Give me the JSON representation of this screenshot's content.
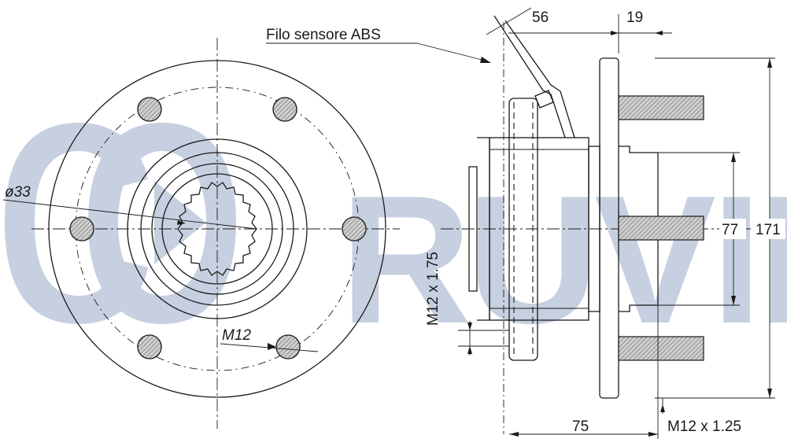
{
  "brand": {
    "name": "RUVILLE",
    "color": "#c7d0e0"
  },
  "labels": {
    "abs_sensor": "Filo sensore ABS",
    "bore_diameter": "ø33",
    "bolt_thread_front": "M12",
    "bolt_thread_side": "M12 x 1.75",
    "stud_thread": "M12 x 1.25"
  },
  "dimensions": {
    "sensor_offset": "56",
    "flange_to_stud_tip": "19",
    "pilot_diameter": "77",
    "flange_diameter": "171",
    "overall_length": "75"
  },
  "colors": {
    "line": "#1a1a1a",
    "watermark": "#c7d0e0",
    "hatch": "#9a9a9a",
    "bolt_fill": "#b5b5b5"
  }
}
